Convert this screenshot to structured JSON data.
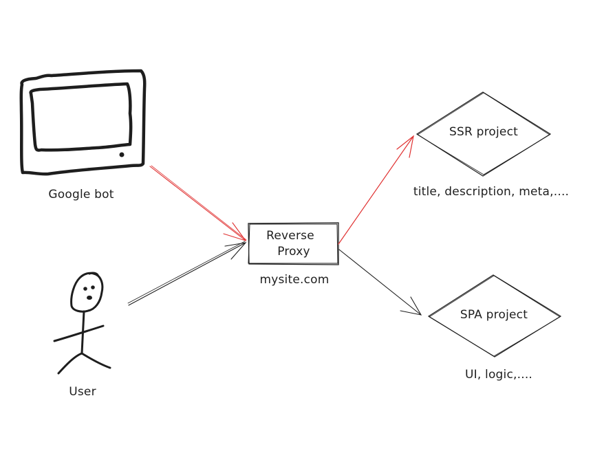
{
  "diagram": {
    "colors": {
      "stroke": "#1e1e1e",
      "accent": "#e03131",
      "background": "#ffffff"
    },
    "nodes": {
      "google_bot": {
        "label": "Google bot",
        "icon": "monitor-icon"
      },
      "user": {
        "label": "User",
        "icon": "stick-figure-icon"
      },
      "reverse_proxy": {
        "label_line1": "Reverse",
        "label_line2": "Proxy",
        "caption": "mysite.com",
        "shape": "rectangle"
      },
      "ssr_project": {
        "label": "SSR project",
        "caption": "title, description, meta,....",
        "shape": "diamond"
      },
      "spa_project": {
        "label": "SPA project",
        "caption": "UI, logic,....",
        "shape": "diamond"
      }
    },
    "edges": [
      {
        "from": "google_bot",
        "to": "reverse_proxy",
        "color": "accent"
      },
      {
        "from": "user",
        "to": "reverse_proxy",
        "color": "stroke"
      },
      {
        "from": "reverse_proxy",
        "to": "ssr_project",
        "color": "accent"
      },
      {
        "from": "reverse_proxy",
        "to": "spa_project",
        "color": "stroke"
      }
    ]
  }
}
